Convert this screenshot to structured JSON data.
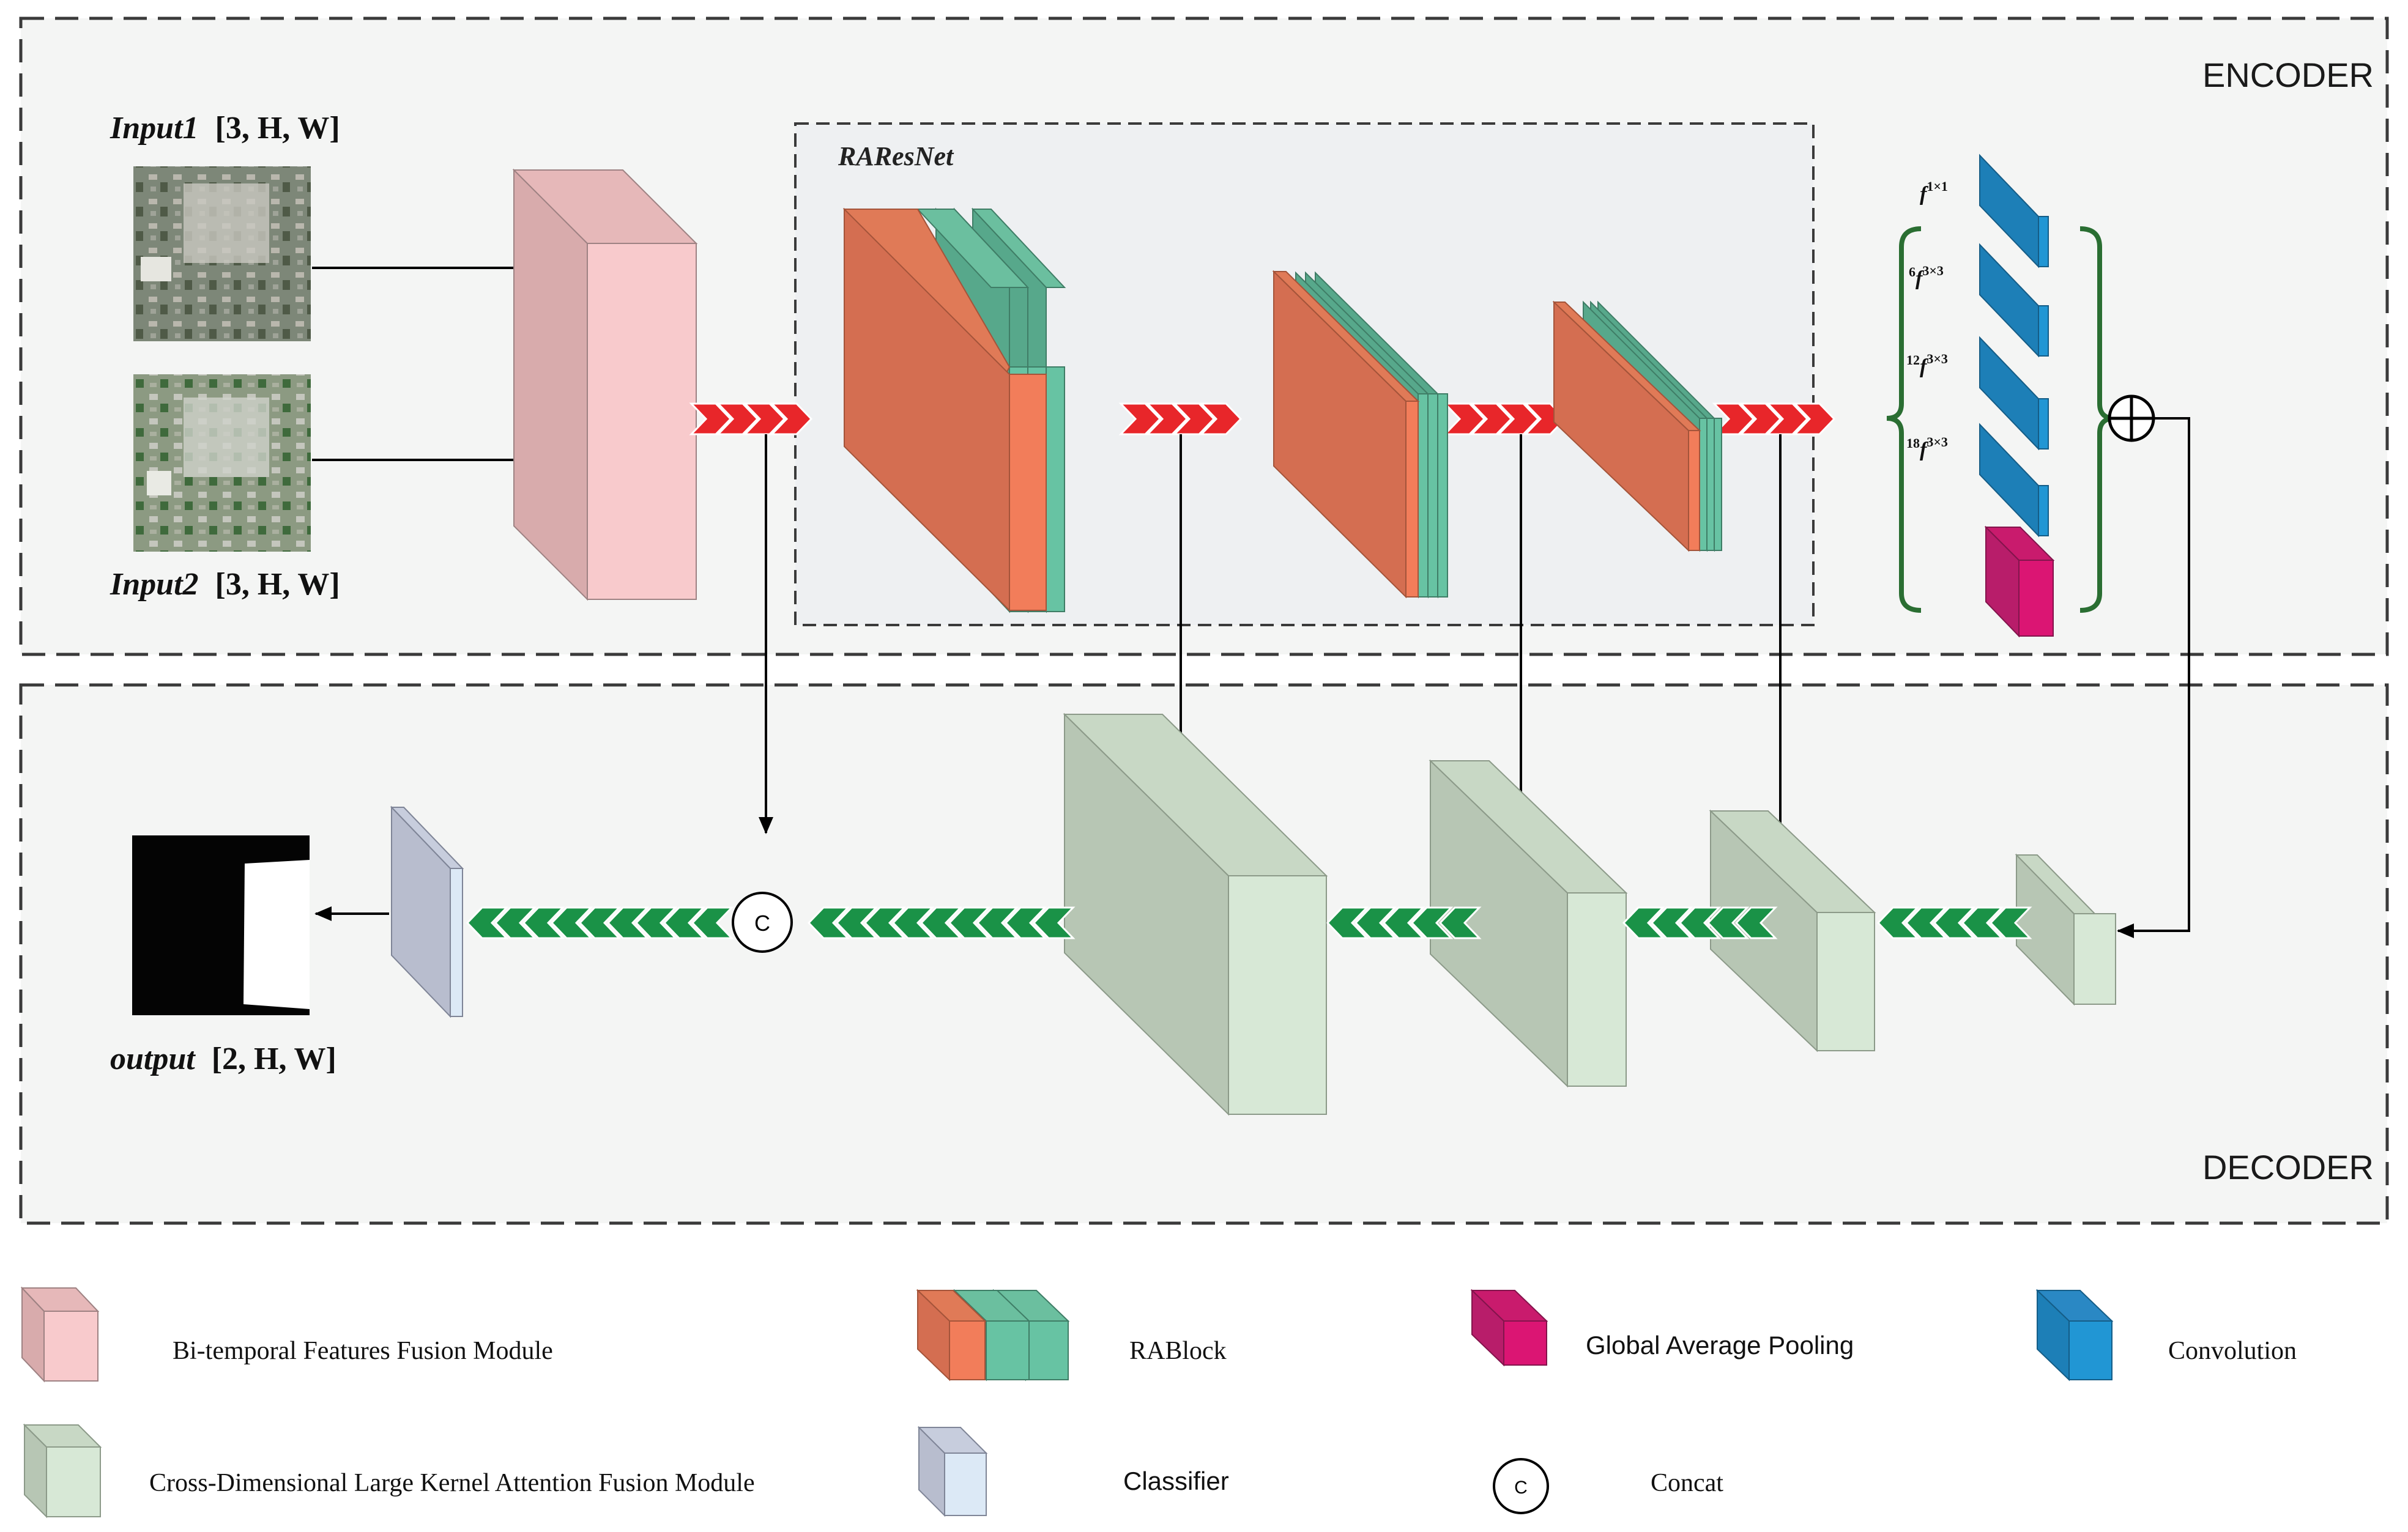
{
  "encoder": {
    "label": "ENCODER",
    "backbone_label": "RAResNet",
    "input1": {
      "name": "Input1",
      "dims": "[3, H, W]"
    },
    "input2": {
      "name": "Input2",
      "dims": "[3, H, W]"
    },
    "aspp_labels": [
      {
        "pre": "",
        "base": "f",
        "sup": "1×1"
      },
      {
        "pre": "6",
        "base": "f",
        "sup": "3×3"
      },
      {
        "pre": "12",
        "base": "f",
        "sup": "3×3"
      },
      {
        "pre": "18",
        "base": "f",
        "sup": "3×3"
      }
    ]
  },
  "decoder": {
    "label": "DECODER",
    "output": {
      "name": "output",
      "dims": "[2, H, W]"
    },
    "concat_symbol": "C"
  },
  "legend": [
    {
      "key": "bffm",
      "label": "Bi-temporal Features Fusion Module"
    },
    {
      "key": "rablock",
      "label": "RABlock"
    },
    {
      "key": "gap",
      "label": "Global Average Pooling"
    },
    {
      "key": "conv",
      "label": "Convolution"
    },
    {
      "key": "cdlka",
      "label": "Cross-Dimensional Large Kernel Attention Fusion Module"
    },
    {
      "key": "classifier",
      "label": "Classifier"
    },
    {
      "key": "concat",
      "label": "Concat",
      "symbol": "C"
    }
  ],
  "colors": {
    "bffm_front": "#f8cacc",
    "bffm_side": "#d8abac",
    "rab_front": "#f27d5a",
    "rab_side": "#d46e51",
    "teal_front": "#67c3a3",
    "teal_side": "#57a88b",
    "conv_front": "#2196d4",
    "conv_side": "#1d7fb7",
    "gap_front": "#db1573",
    "gap_side": "#b81d6a",
    "cdl_front": "#d7e8d6",
    "cdl_side": "#b7c6b4",
    "cls_front": "#dce9f6",
    "cls_side": "#b8bdce",
    "red_chevron": "#e8262a",
    "green_chevron": "#1a9247",
    "brace": "#2a6e32"
  }
}
